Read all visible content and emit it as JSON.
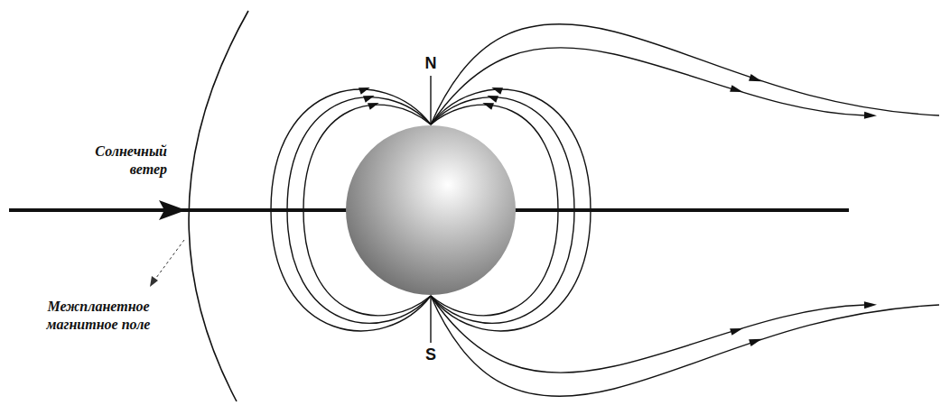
{
  "diagram": {
    "labels": [
      "N",
      "S",
      "Солнечный ветер",
      "Межпланетное магнитное поле"
    ]
  }
}
